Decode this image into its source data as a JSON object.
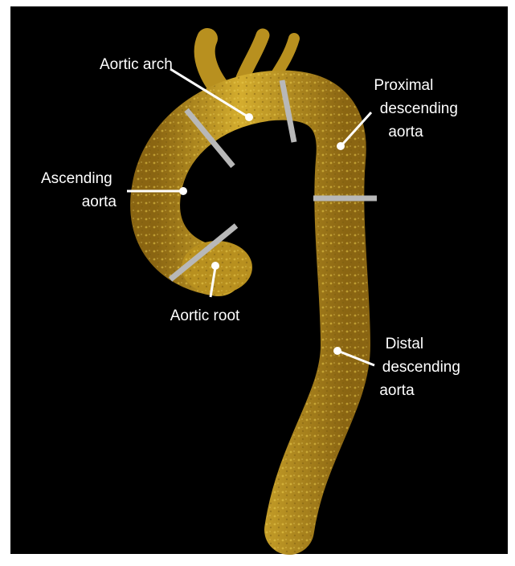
{
  "figure": {
    "title": "",
    "colors": {
      "background": "#000000",
      "frame": "#ffffff",
      "aorta": "#c9a227",
      "aorta_shadow": "#7a5a10",
      "boundary_marker": "#b8b8b8",
      "leader": "#ffffff"
    },
    "labels": {
      "aortic_arch": [
        "Aortic arch"
      ],
      "proximal_descending": [
        "Proximal",
        "descending",
        "aorta"
      ],
      "ascending": [
        "Ascending",
        "aorta"
      ],
      "aortic_root": [
        "Aortic root"
      ],
      "distal_descending": [
        "Distal",
        "descending",
        "aorta"
      ]
    }
  }
}
